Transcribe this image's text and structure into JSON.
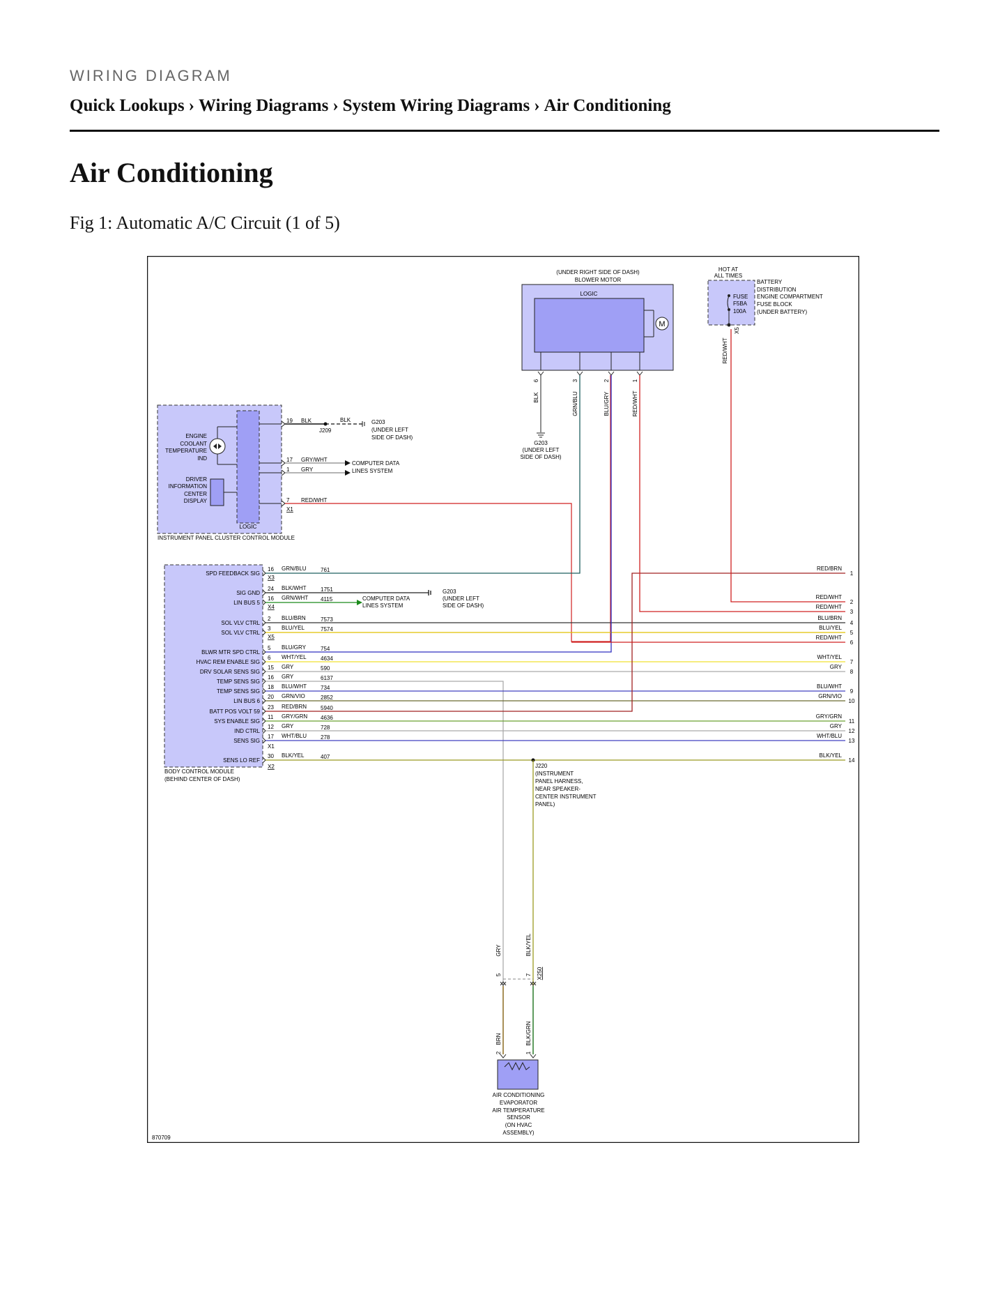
{
  "header": {
    "kicker": "WIRING DIAGRAM",
    "breadcrumb": [
      "Quick Lookups",
      "Wiring Diagrams",
      "System Wiring Diagrams",
      "Air Conditioning"
    ],
    "separator": "›"
  },
  "page": {
    "title": "Air Conditioning",
    "figure_caption": "Fig 1: Automatic A/C Circuit (1 of 5)"
  },
  "diagram": {
    "figure_id": "870709",
    "blower": {
      "location": "(UNDER RIGHT SIDE OF DASH)",
      "name": "BLOWER MOTOR",
      "logic": "LOGIC",
      "motor_symbol": "M",
      "pins": [
        {
          "pin": "6",
          "color": "BLK"
        },
        {
          "pin": "3",
          "color": "GRN/BLU"
        },
        {
          "pin": "2",
          "color": "BLU/GRY"
        },
        {
          "pin": "1",
          "color": "RED/WHT"
        }
      ],
      "ground": [
        "G203",
        "(UNDER LEFT",
        "SIDE OF DASH)"
      ]
    },
    "battery": {
      "hot": [
        "HOT AT",
        "ALL TIMES"
      ],
      "fuse": [
        "FUSE",
        "F5BA",
        "100A"
      ],
      "desc": [
        "BATTERY",
        "DISTRIBUTION",
        "ENGINE COMPARTMENT",
        "FUSE BLOCK",
        "(UNDER BATTERY)"
      ],
      "connector": "X5",
      "wire": "RED/WHT"
    },
    "ipc": {
      "name": "INSTRUMENT PANEL CLUSTER CONTROL MODULE",
      "logic": "LOGIC",
      "ect": [
        "ENGINE",
        "COOLANT",
        "TEMPERATURE",
        "IND"
      ],
      "dic": [
        "DRIVER",
        "INFORMATION",
        "CENTER",
        "DISPLAY"
      ],
      "connector": "X1",
      "pins": [
        {
          "pin": "19",
          "color": "BLK"
        },
        {
          "pin": "17",
          "color": "GRY/WHT"
        },
        {
          "pin": "1",
          "color": "GRY"
        },
        {
          "pin": "7",
          "color": "RED/WHT"
        }
      ],
      "splice": "J209",
      "splice_color": "BLK",
      "ground": [
        "G203",
        "(UNDER LEFT",
        "SIDE OF DASH)"
      ],
      "data_lines": [
        "COMPUTER DATA",
        "LINES SYSTEM"
      ]
    },
    "bcm": {
      "name": [
        "BODY CONTROL MODULE",
        "(BEHIND CENTER OF DASH)"
      ],
      "rows": [
        {
          "label": "SPD FEEDBACK SIG",
          "pin": "16",
          "color": "GRN/BLU",
          "circuit": "761"
        },
        {
          "label": "SIG GND",
          "pin": "24",
          "color": "BLK/WHT",
          "circuit": "1751"
        },
        {
          "label": "LIN BUS 5",
          "pin": "16",
          "color": "GRN/WHT",
          "circuit": "4115"
        },
        {
          "label": "SOL VLV CTRL",
          "pin": "2",
          "color": "BLU/BRN",
          "circuit": "7573"
        },
        {
          "label": "SOL VLV CTRL",
          "pin": "3",
          "color": "BLU/YEL",
          "circuit": "7574"
        },
        {
          "label": "BLWR MTR SPD CTRL",
          "pin": "5",
          "color": "BLU/GRY",
          "circuit": "754"
        },
        {
          "label": "HVAC REM ENABLE SIG",
          "pin": "6",
          "color": "WHT/YEL",
          "circuit": "4634"
        },
        {
          "label": "DRV SOLAR SENS SIG",
          "pin": "15",
          "color": "GRY",
          "circuit": "590"
        },
        {
          "label": "TEMP SENS SIG",
          "pin": "16",
          "color": "GRY",
          "circuit": "6137"
        },
        {
          "label": "TEMP SENS SIG",
          "pin": "18",
          "color": "BLU/WHT",
          "circuit": "734"
        },
        {
          "label": "LIN BUS 6",
          "pin": "20",
          "color": "GRN/VIO",
          "circuit": "2852"
        },
        {
          "label": "BATT POS VOLT 59",
          "pin": "23",
          "color": "RED/BRN",
          "circuit": "5940"
        },
        {
          "label": "SYS ENABLE SIG",
          "pin": "11",
          "color": "GRY/GRN",
          "circuit": "4636"
        },
        {
          "label": "IND CTRL",
          "pin": "12",
          "color": "GRY",
          "circuit": "728"
        },
        {
          "label": "SENS SIG",
          "pin": "17",
          "color": "WHT/BLU",
          "circuit": "278"
        },
        {
          "label": "SENS LO REF",
          "pin": "30",
          "color": "BLK/YEL",
          "circuit": "407"
        }
      ],
      "connectors": [
        "X3",
        "X4",
        "X5",
        "X1",
        "X2"
      ],
      "ground": [
        "G203",
        "(UNDER LEFT",
        "SIDE OF DASH)"
      ],
      "data_lines": [
        "COMPUTER DATA",
        "LINES SYSTEM"
      ]
    },
    "right_refs": [
      {
        "ref": "1",
        "color": "RED/BRN"
      },
      {
        "ref": "2",
        "color": "RED/WHT"
      },
      {
        "ref": "3",
        "color": "RED/WHT"
      },
      {
        "ref": "4",
        "color": "BLU/BRN"
      },
      {
        "ref": "5",
        "color": "BLU/YEL"
      },
      {
        "ref": "6",
        "color": "RED/WHT"
      },
      {
        "ref": "7",
        "color": "WHT/YEL"
      },
      {
        "ref": "8",
        "color": "GRY"
      },
      {
        "ref": "9",
        "color": "BLU/WHT"
      },
      {
        "ref": "10",
        "color": "GRN/VIO"
      },
      {
        "ref": "11",
        "color": "GRY/GRN"
      },
      {
        "ref": "12",
        "color": "GRY"
      },
      {
        "ref": "13",
        "color": "WHT/BLU"
      },
      {
        "ref": "14",
        "color": "BLK/YEL"
      }
    ],
    "splice_j220": [
      "J220",
      "(INSTRUMENT",
      "PANEL HARNESS,",
      "NEAR SPEAKER-",
      "CENTER INSTRUMENT",
      "PANEL)"
    ],
    "sensor": {
      "upper_wires": [
        {
          "pin": "5",
          "color": "GRY"
        },
        {
          "pin": "7",
          "color": "BLK/YEL"
        }
      ],
      "connector": "X250",
      "lower_wires": [
        {
          "pin": "2",
          "color": "BRN"
        },
        {
          "pin": "1",
          "color": "BLK/GRN"
        }
      ],
      "name": [
        "AIR CONDITIONING",
        "EVAPORATOR",
        "AIR TEMPERATURE",
        "SENSOR",
        "(ON HVAC",
        "ASSEMBLY)"
      ]
    }
  }
}
